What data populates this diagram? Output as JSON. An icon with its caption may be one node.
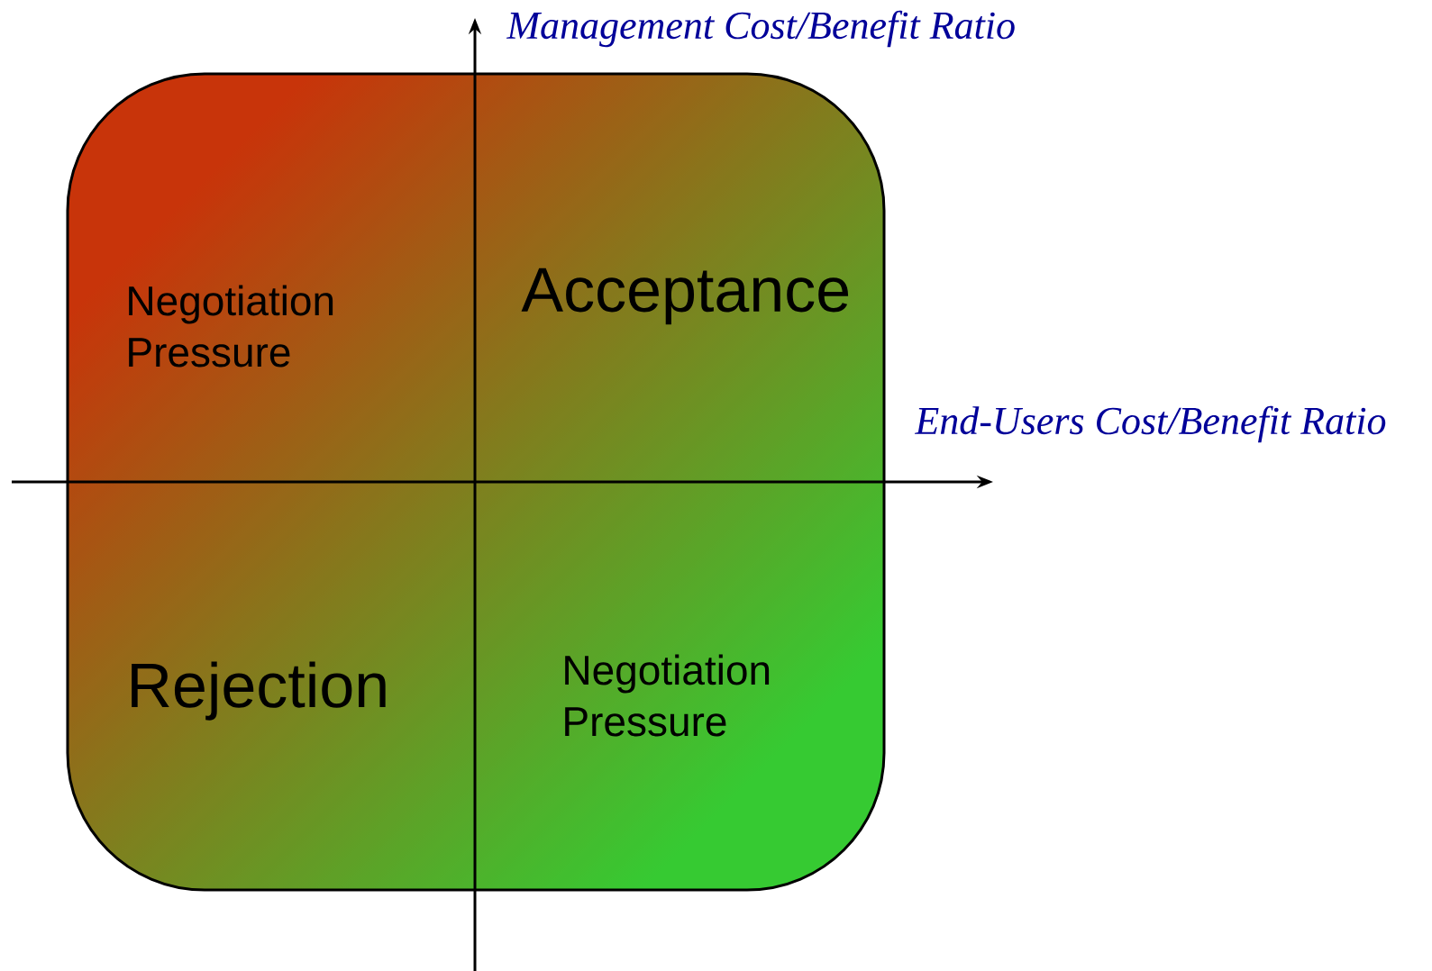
{
  "diagram": {
    "labels": [
      "Management Cost/Benefit Ratio",
      "Negotiation Pressure",
      "Acceptance",
      "End-Users Cost/Benefit Ratio",
      "Rejection",
      "Negotiation Pressure"
    ]
  }
}
